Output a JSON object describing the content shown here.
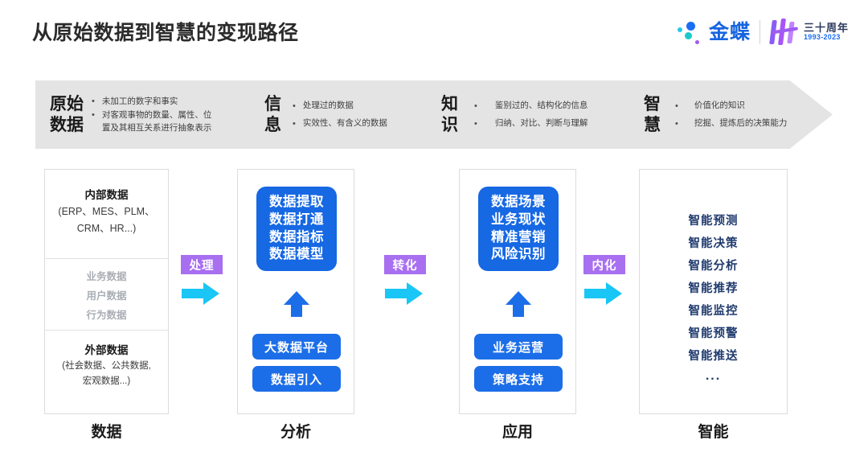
{
  "header": {
    "title": "从原始数据到智慧的变现路径",
    "brand_name": "金蝶",
    "anniversary_top": "三十周年",
    "anniversary_years": "1993-2023"
  },
  "band": {
    "stages": [
      {
        "title": "原始\n数据",
        "bullets": [
          "未加工的数字和事实",
          "对客观事物的数量、属性、位\n置及其相互关系进行抽象表示"
        ]
      },
      {
        "title": "信\n息",
        "bullets": [
          "处理过的数据",
          "实效性、有含义的数据"
        ]
      },
      {
        "title": "知\n识",
        "bullets": [
          "鉴别过的、结构化的信息",
          "归纳、对比、判断与理解"
        ]
      },
      {
        "title": "智\n慧",
        "bullets": [
          "价值化的知识",
          "挖掘、提炼后的决策能力"
        ]
      }
    ]
  },
  "columns": [
    {
      "label": "数据",
      "sections": [
        {
          "head": "内部数据",
          "sub": "(ERP、MES、PLM、\nCRM、HR...)"
        },
        {
          "gray": "业务数据\n用户数据\n行为数据"
        },
        {
          "head": "外部数据",
          "sub": "(社会数据、公共数据,\n宏观数据...)"
        }
      ]
    },
    {
      "label": "分析",
      "main_box": "数据提取\n数据打通\n数据指标\n数据模型",
      "pills": [
        "大数据平台",
        "数据引入"
      ]
    },
    {
      "label": "应用",
      "main_box": "数据场景\n业务现状\n精准营销\n风险识别",
      "pills": [
        "业务运营",
        "策略支持"
      ]
    },
    {
      "label": "智能",
      "items": [
        "智能预测",
        "智能决策",
        "智能分析",
        "智能推荐",
        "智能监控",
        "智能预警",
        "智能推送"
      ],
      "ellipsis": "..."
    }
  ],
  "connectors": [
    {
      "label": "处理"
    },
    {
      "label": "转化"
    },
    {
      "label": "内化"
    }
  ],
  "colors": {
    "blue": "#1668e3",
    "purple": "#a86ff0",
    "cyan": "#19c6f5",
    "band_gray": "#e4e4e4",
    "navy": "#1f3a6e",
    "brand_blue": "#1664e0"
  }
}
